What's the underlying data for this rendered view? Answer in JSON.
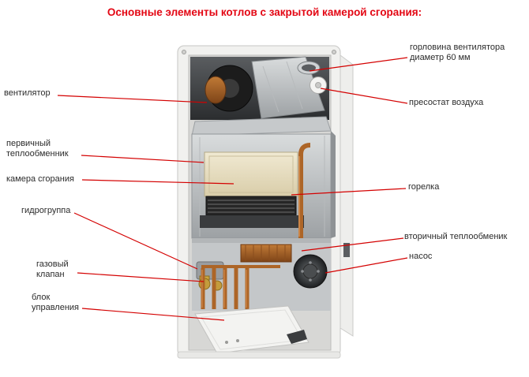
{
  "title": "Основные элементы котлов с закрытой камерой сгорания:",
  "colors": {
    "title_red": "#e30613",
    "leader_red": "#d40000",
    "label_text": "#2b2b2b"
  },
  "labels": {
    "left": [
      {
        "id": "fan",
        "text": "вентилятор"
      },
      {
        "id": "primary-heat-exchanger",
        "text": "первичный\nтеплообменник"
      },
      {
        "id": "combustion-chamber",
        "text": "камера сгорания"
      },
      {
        "id": "hydro-group",
        "text": "гидрогруппа"
      },
      {
        "id": "gas-valve",
        "text": "газовый\nклапан"
      },
      {
        "id": "control-unit",
        "text": "блок\nуправления"
      }
    ],
    "right": [
      {
        "id": "fan-collar",
        "text": "горловина вентилятора\nдиаметр 60 мм"
      },
      {
        "id": "air-pressostat",
        "text": "пресостат воздуха"
      },
      {
        "id": "burner",
        "text": "горелка"
      },
      {
        "id": "secondary-heat-exchanger",
        "text": "вторичный теплообменик"
      },
      {
        "id": "pump",
        "text": "насос"
      }
    ]
  }
}
